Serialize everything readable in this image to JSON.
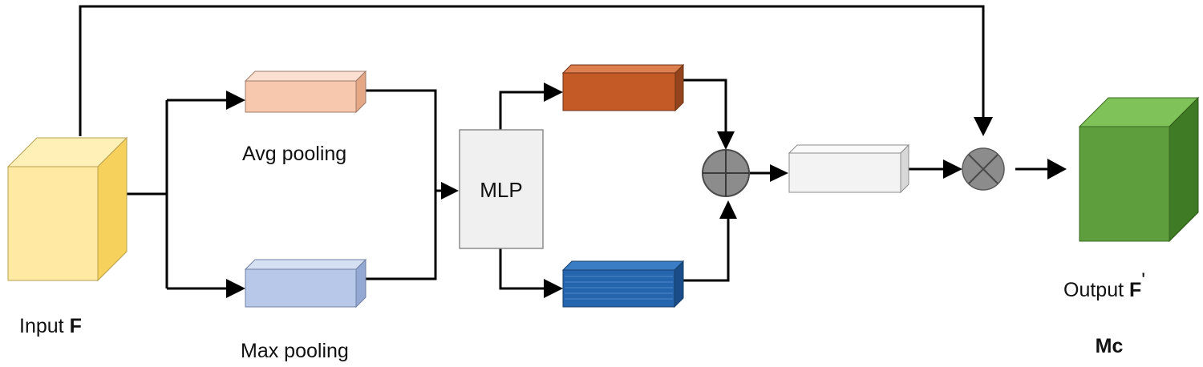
{
  "labels": {
    "input": "Input ",
    "input_symbol": "F",
    "avg_pooling": "Avg pooling",
    "max_pooling": "Max pooling",
    "mlp": "MLP",
    "output": "Output ",
    "output_symbol": "F",
    "output_prime": "'",
    "module": "Mc"
  },
  "colors": {
    "input_cube": "#FFE9A3",
    "avg_block": "#F7C8AE",
    "max_block": "#B7C8E8",
    "mlp_box": "#F0F0F0",
    "avg_mlp_block": "#C45A26",
    "max_mlp_block": "#2465AE",
    "sum_block": "#F3F3F3",
    "operator": "#8C8C8C",
    "output_cube": "#5E9E3C"
  },
  "operators": {
    "sum": "element-wise sum",
    "product": "element-wise multiplication"
  }
}
